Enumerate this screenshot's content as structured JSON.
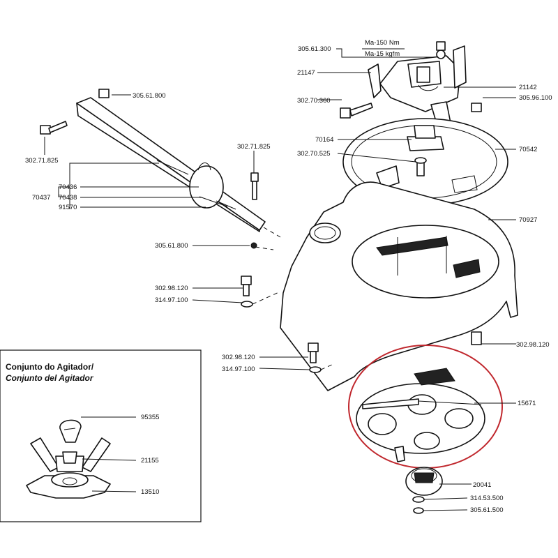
{
  "callouts": {
    "p305_61_300": "305.61.300",
    "p21147": "21147",
    "p302_70_360": "302.70.360",
    "p21142": "21142",
    "p305_96_100": "305.96.100",
    "p305_61_800_top": "305.61.800",
    "p302_71_825_left": "302.71.825",
    "p302_71_825_mid": "302.71.825",
    "p70164": "70164",
    "p302_70_525": "302.70.525",
    "p70542": "70542",
    "p70436": "70436",
    "p70438": "70438",
    "p91570": "91570",
    "p70437": "70437",
    "p70927": "70927",
    "p305_61_800_mid": "305.61.800",
    "p302_98_120_a": "302.98.120",
    "p314_97_100_a": "314.97.100",
    "p302_98_120_right": "302.98.120",
    "p302_98_120_b": "302.98.120",
    "p314_97_100_b": "314.97.100",
    "p15671": "15671",
    "p20041": "20041",
    "p314_53_500": "314.53.500",
    "p305_61_500": "305.61.500"
  },
  "torque": {
    "nm": "Ma-150 Nm",
    "kgfm": "Ma-15 kgfm"
  },
  "inset": {
    "title_pt": "Conjunto do Agitador/",
    "title_es": "Conjunto del Agitador",
    "p95355": "95355",
    "p21155": "21155",
    "p13510": "13510"
  },
  "colors": {
    "highlight": "#c0272d",
    "ink": "#111111",
    "background": "#ffffff"
  }
}
